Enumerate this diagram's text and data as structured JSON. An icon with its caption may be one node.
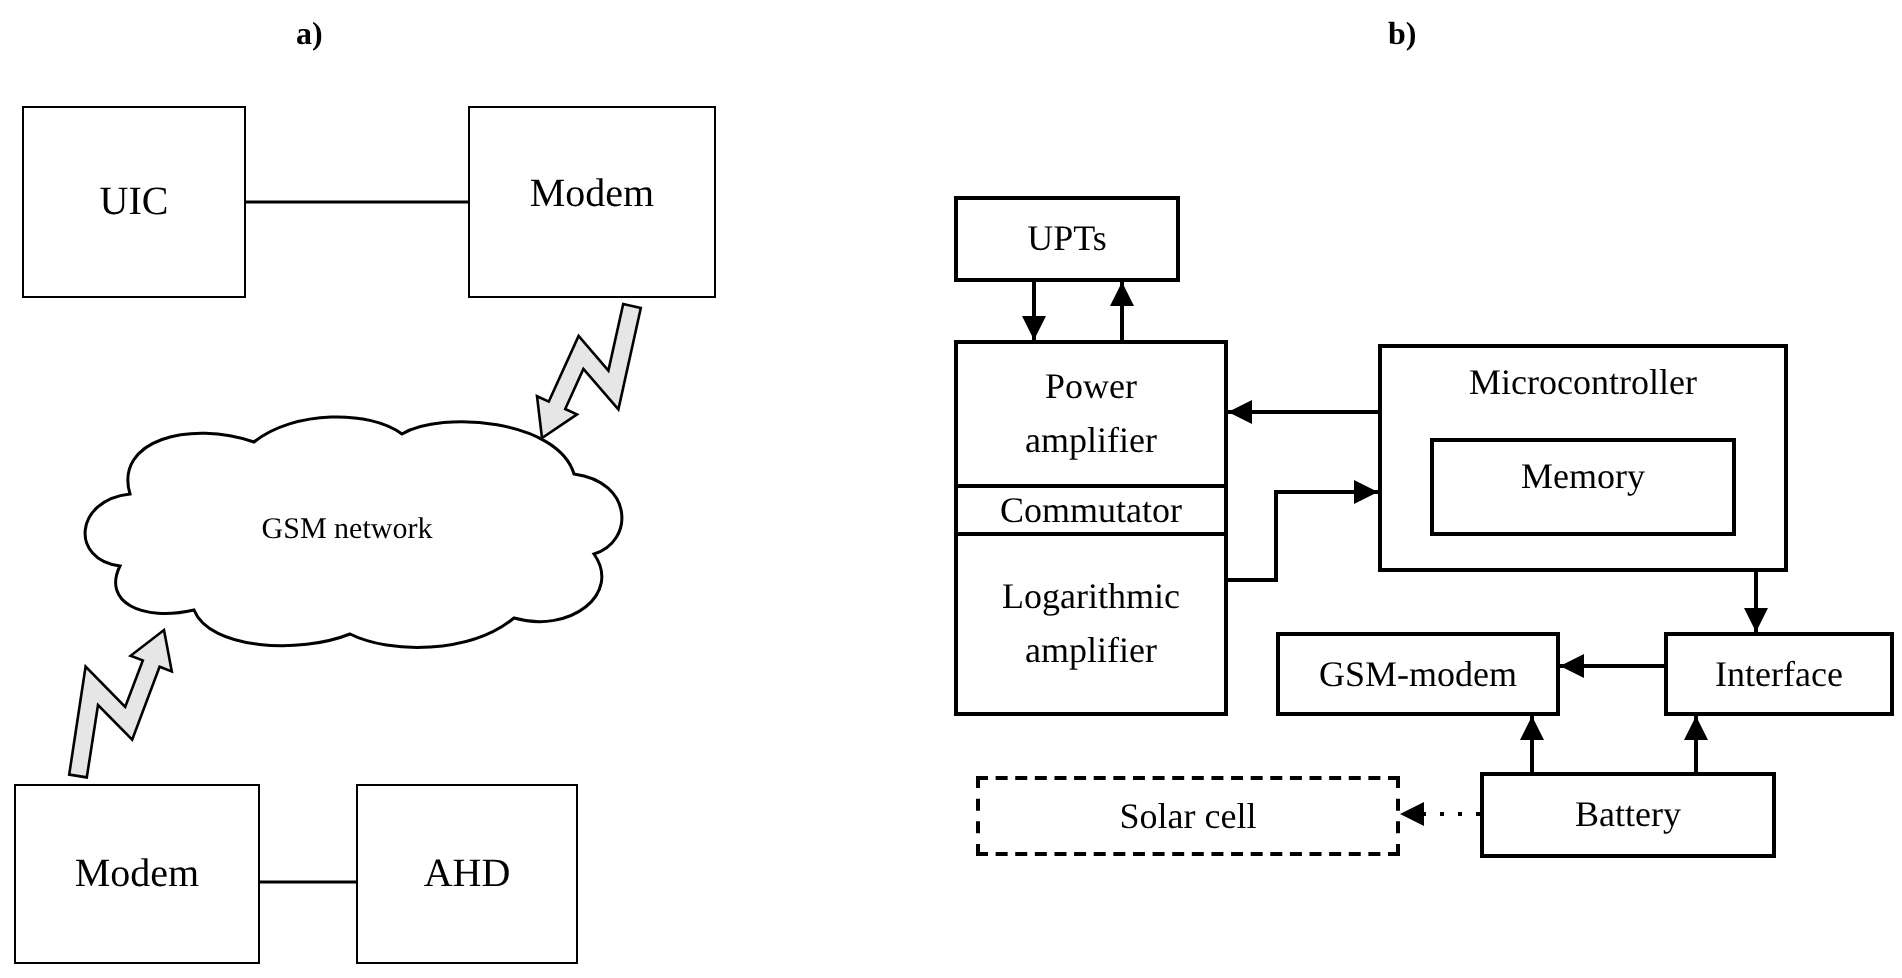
{
  "diagram": {
    "nodes": [
      {
        "text": [
          "UIC"
        ]
      },
      {
        "text": [
          "Modem"
        ]
      },
      {
        "text": [
          "GSM network"
        ]
      },
      {
        "text": [
          "Modem"
        ]
      },
      {
        "text": [
          "AHD"
        ]
      },
      {
        "text": [
          "UPTs"
        ]
      },
      {
        "text": [
          "Power amplifier"
        ]
      },
      {
        "text": [
          "Commutator"
        ]
      },
      {
        "text": [
          "Logarithmic amplifier"
        ]
      },
      {
        "text": [
          "Microcontroller"
        ]
      },
      {
        "text": [
          "Memory"
        ],
        "in": 9
      },
      {
        "text": [
          "GSM-modem"
        ]
      },
      {
        "text": [
          "Interface"
        ]
      },
      {
        "text": [
          "Solar cell"
        ]
      },
      {
        "text": [
          "Battery"
        ]
      }
    ],
    "edges": [
      {
        "from": 0,
        "to": 1,
        "arrow": "none"
      },
      {
        "from": 1,
        "to": 2,
        "arrow": "to",
        "style": "thick"
      },
      {
        "from": 3,
        "to": 2,
        "arrow": "to",
        "style": "thick"
      },
      {
        "from": 3,
        "to": 4,
        "arrow": "none"
      },
      {
        "from": 5,
        "to": 6,
        "arrow": "to"
      },
      {
        "from": 6,
        "to": 5,
        "arrow": "to"
      },
      {
        "from": 9,
        "to": 6,
        "arrow": "to"
      },
      {
        "from": 8,
        "to": 9,
        "arrow": "to"
      },
      {
        "from": 9,
        "to": 12,
        "arrow": "to"
      },
      {
        "from": 12,
        "to": 11,
        "arrow": "to"
      },
      {
        "from": 14,
        "to": 11,
        "arrow": "to"
      },
      {
        "from": 14,
        "to": 12,
        "arrow": "to"
      },
      {
        "from": 14,
        "to": 13,
        "arrow": "to",
        "style": "dashed"
      }
    ],
    "labels": [
      "a)",
      "b)"
    ]
  }
}
